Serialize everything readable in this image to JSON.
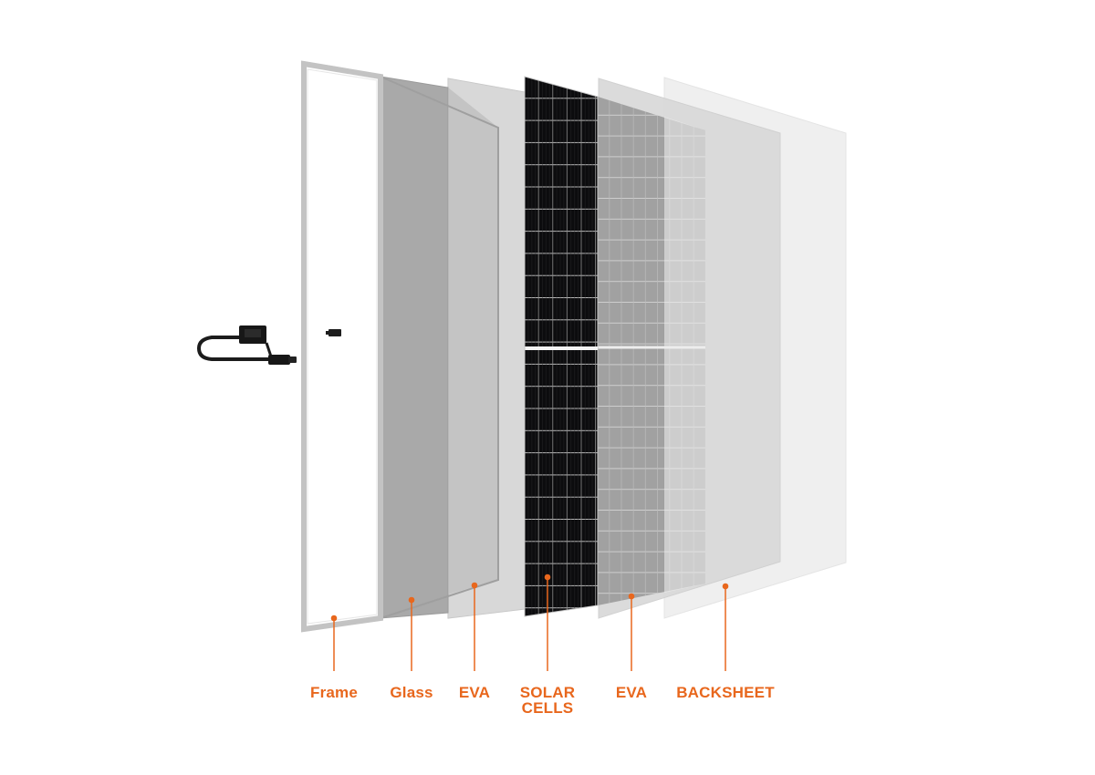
{
  "accent_color": "#e8671d",
  "layers": [
    {
      "id": "frame",
      "label": "Frame",
      "icon": "aluminium-frame"
    },
    {
      "id": "glass",
      "label": "Glass",
      "icon": "glass-sheet"
    },
    {
      "id": "eva-front",
      "label": "EVA",
      "icon": "eva-film"
    },
    {
      "id": "solar-cells",
      "label": "SOLAR\nCELLS",
      "icon": "solar-cell-grid"
    },
    {
      "id": "eva-back",
      "label": "EVA",
      "icon": "eva-film"
    },
    {
      "id": "backsheet",
      "label": "BACKSHEET",
      "icon": "backsheet-film"
    }
  ],
  "junction_box": {
    "icon": "junction-box-with-cables"
  }
}
